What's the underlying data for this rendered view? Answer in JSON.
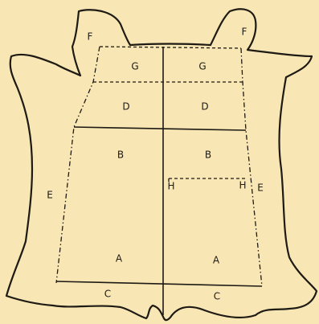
{
  "labels": {
    "flank_left": "F",
    "flank_right": "F",
    "neck_left": "G",
    "neck_right": "G",
    "shoulder_left": "D",
    "shoulder_right": "D",
    "back_left": "B",
    "back_right": "B",
    "butt_left": "A",
    "butt_right": "A",
    "belly_left": "E",
    "belly_right": "E",
    "tail_left": "C",
    "tail_right": "C",
    "mark_left": "H",
    "mark_right": "H"
  }
}
